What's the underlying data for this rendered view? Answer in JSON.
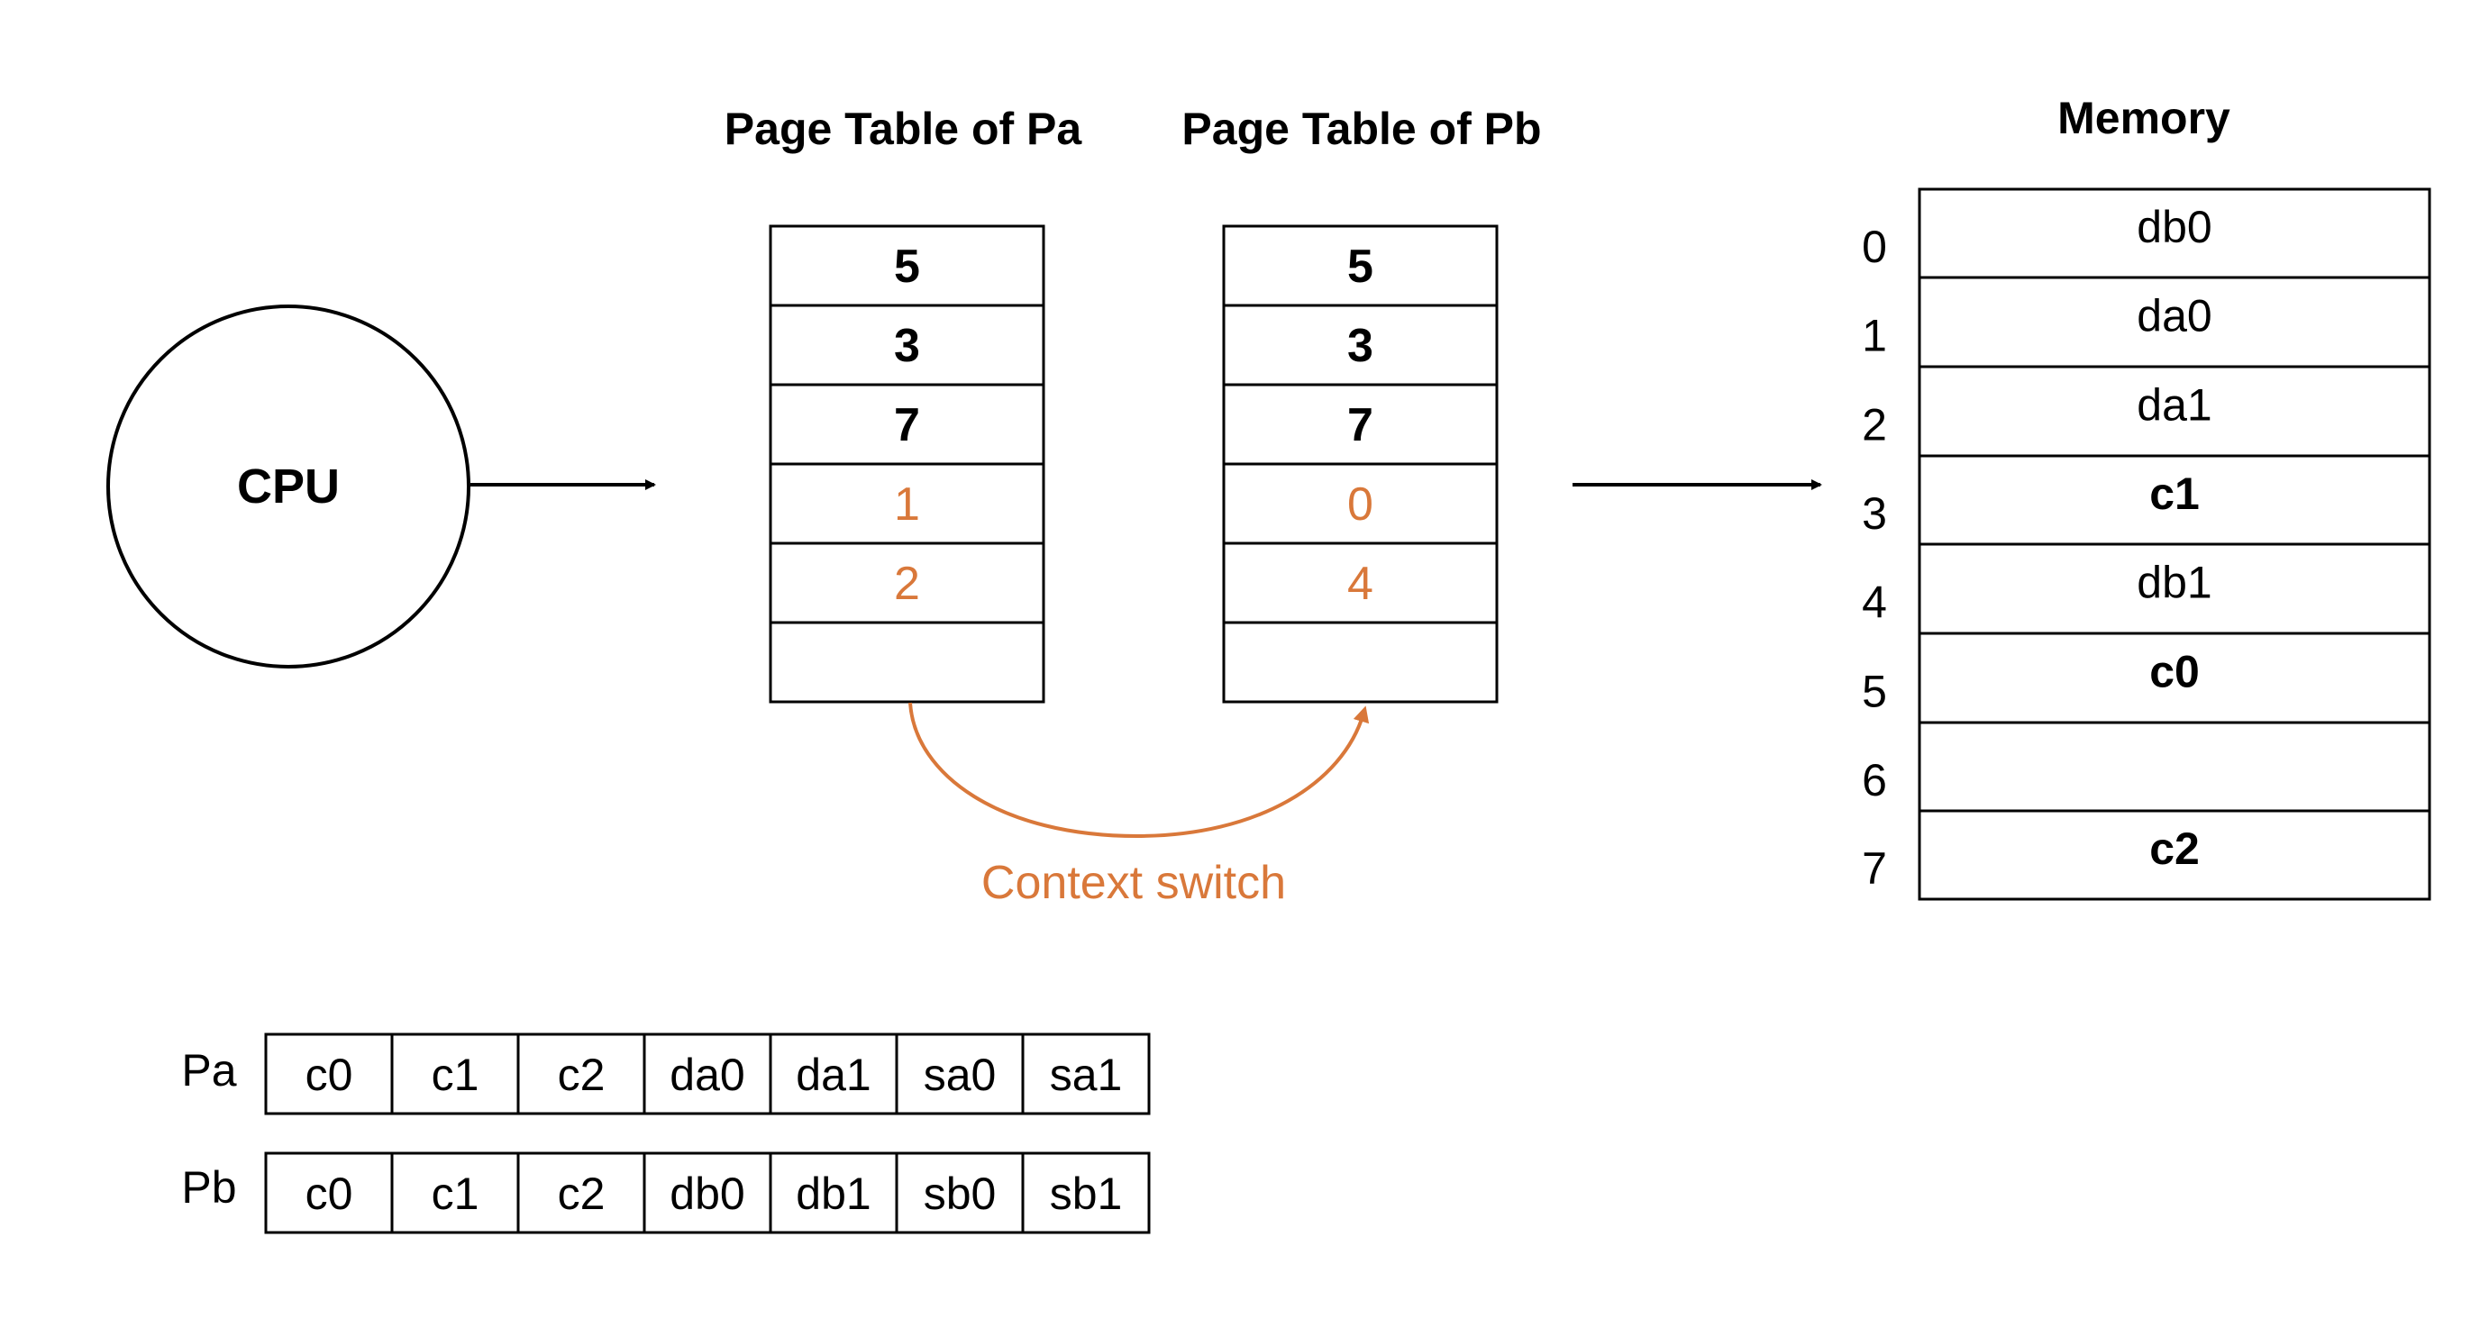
{
  "headings": {
    "page_table_a": "Page Table of Pa",
    "page_table_b": "Page Table of Pb",
    "memory": "Memory"
  },
  "cpu": {
    "label": "CPU"
  },
  "page_table_a": {
    "entries": [
      {
        "value": "5",
        "style": "bold"
      },
      {
        "value": "3",
        "style": "bold"
      },
      {
        "value": "7",
        "style": "bold"
      },
      {
        "value": "1",
        "style": "orange"
      },
      {
        "value": "2",
        "style": "orange"
      },
      {
        "value": "",
        "style": "empty"
      }
    ]
  },
  "page_table_b": {
    "entries": [
      {
        "value": "5",
        "style": "bold"
      },
      {
        "value": "3",
        "style": "bold"
      },
      {
        "value": "7",
        "style": "bold"
      },
      {
        "value": "0",
        "style": "orange"
      },
      {
        "value": "4",
        "style": "orange"
      },
      {
        "value": "",
        "style": "empty"
      }
    ]
  },
  "context_switch": {
    "label": "Context switch"
  },
  "memory": {
    "frames": [
      {
        "index": "0",
        "content": "db0",
        "bold": false
      },
      {
        "index": "1",
        "content": "da0",
        "bold": false
      },
      {
        "index": "2",
        "content": "da1",
        "bold": false
      },
      {
        "index": "3",
        "content": "c1",
        "bold": true
      },
      {
        "index": "4",
        "content": "db1",
        "bold": false
      },
      {
        "index": "5",
        "content": "c0",
        "bold": true
      },
      {
        "index": "6",
        "content": "",
        "bold": false
      },
      {
        "index": "7",
        "content": "c2",
        "bold": true
      }
    ]
  },
  "process_a": {
    "label": "Pa",
    "pages": [
      "c0",
      "c1",
      "c2",
      "da0",
      "da1",
      "sa0",
      "sa1"
    ]
  },
  "process_b": {
    "label": "Pb",
    "pages": [
      "c0",
      "c1",
      "c2",
      "db0",
      "db1",
      "sb0",
      "sb1"
    ]
  },
  "colors": {
    "accent": "#d9783a",
    "line": "#000000"
  }
}
